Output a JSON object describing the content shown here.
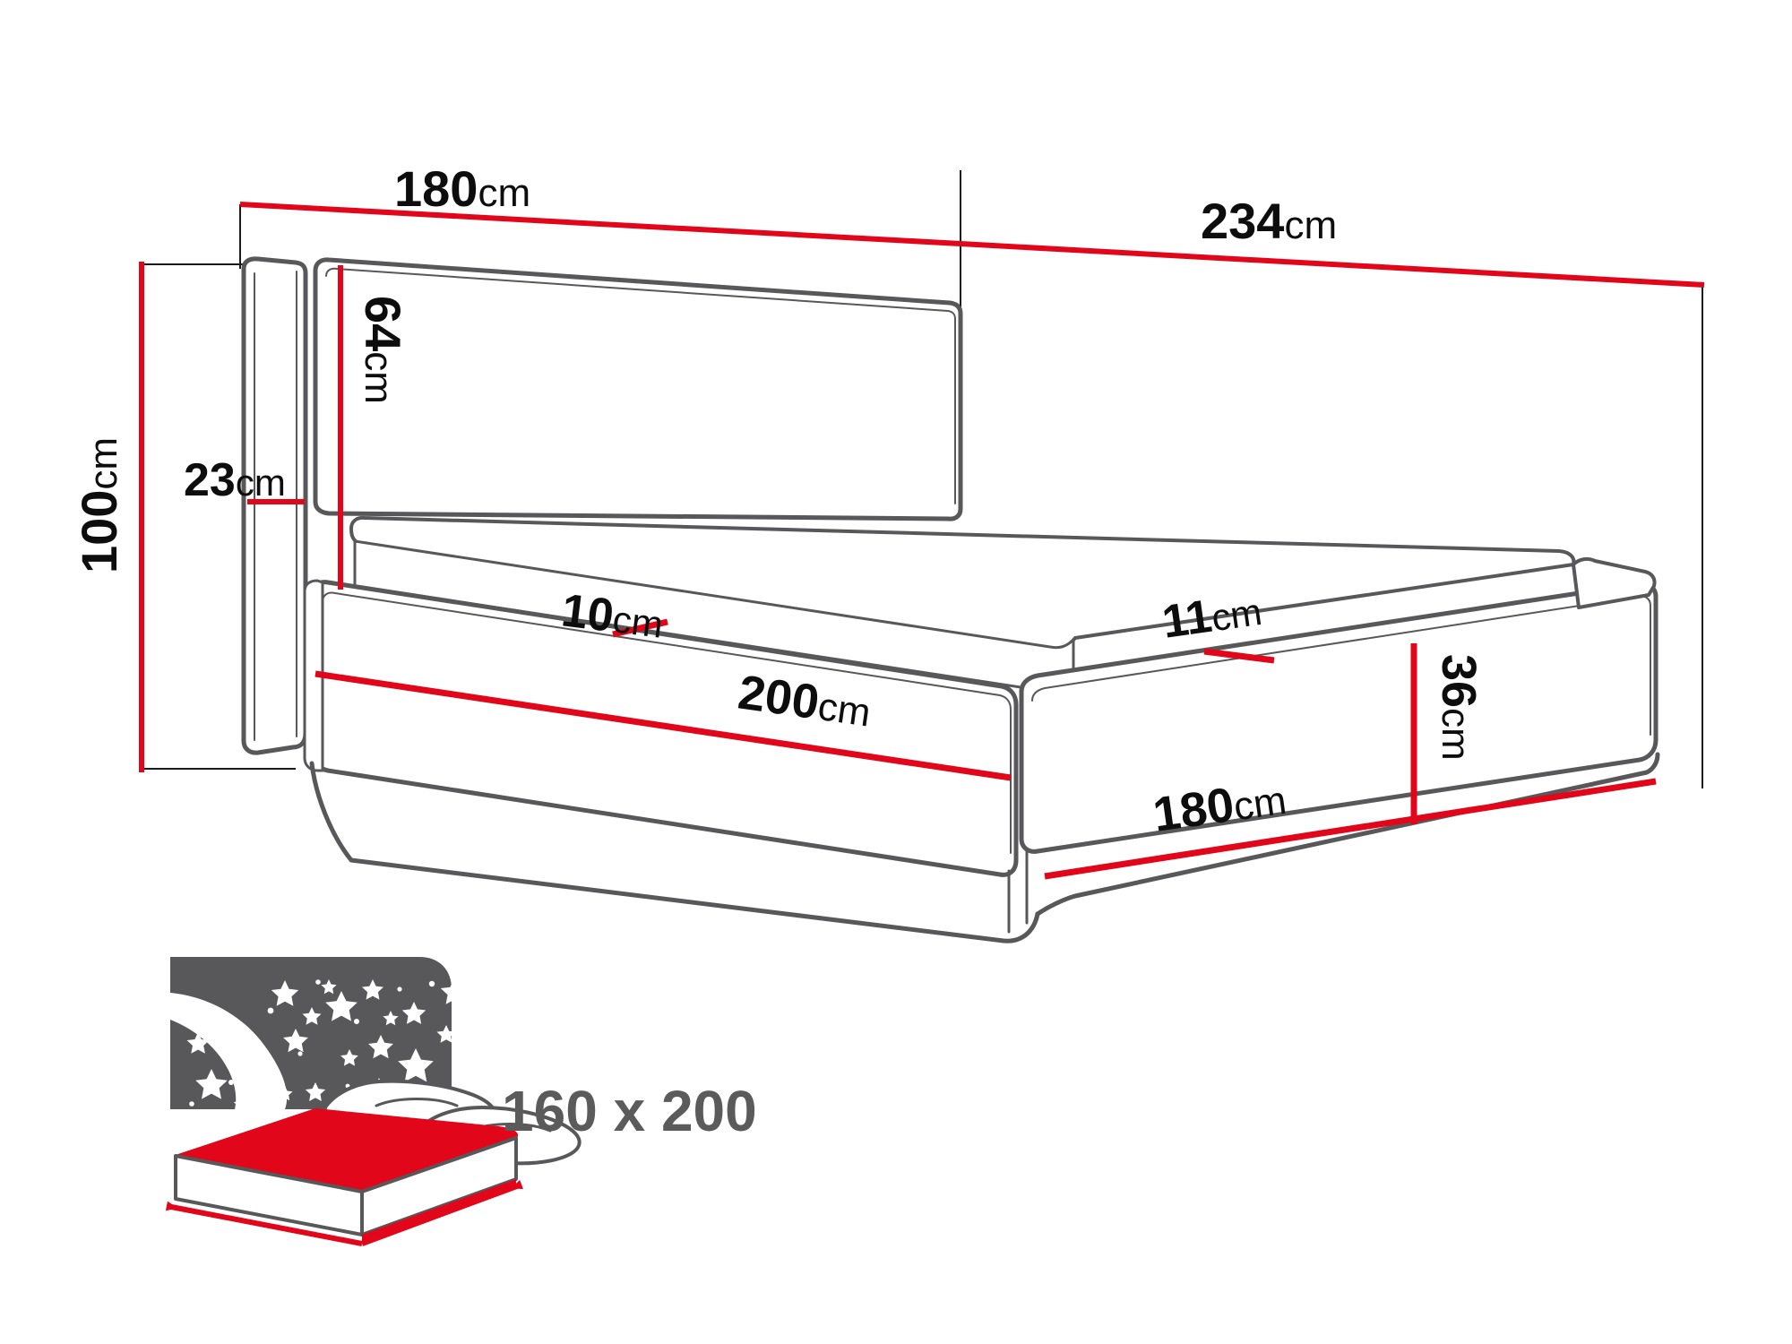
{
  "diagram": {
    "type": "technical-dimension-drawing",
    "subject": "upholstered-bed",
    "background_color": "#ffffff",
    "line_color": "#58585a",
    "dimension_color": "#e2061a",
    "label_color": "#0d0d0d"
  },
  "dimensions": {
    "headboard_width": {
      "value": "180",
      "unit": "cm",
      "orientation": "horizontal-top-left"
    },
    "total_length": {
      "value": "234",
      "unit": "cm",
      "orientation": "horizontal-top-right"
    },
    "headboard_panel_height": {
      "value": "64",
      "unit": "cm",
      "orientation": "vertical"
    },
    "headboard_thickness": {
      "value": "23",
      "unit": "cm",
      "orientation": "horizontal"
    },
    "total_height": {
      "value": "100",
      "unit": "cm",
      "orientation": "vertical-left"
    },
    "mattress_thickness": {
      "value": "10",
      "unit": "cm",
      "orientation": "diagonal"
    },
    "bed_length": {
      "value": "200",
      "unit": "cm",
      "orientation": "diagonal"
    },
    "side_rail_thickness": {
      "value": "11",
      "unit": "cm",
      "orientation": "diagonal"
    },
    "frame_height": {
      "value": "36",
      "unit": "cm",
      "orientation": "vertical-right"
    },
    "bed_width": {
      "value": "180",
      "unit": "cm",
      "orientation": "diagonal-bottom"
    }
  },
  "mattress_icon": {
    "size_label": "160 x 200",
    "night_sky_color": "#58585a",
    "mattress_top_color": "#e2061a",
    "arrow_color": "#e2061a",
    "star_color": "#ffffff",
    "moon_color": "#ffffff"
  }
}
